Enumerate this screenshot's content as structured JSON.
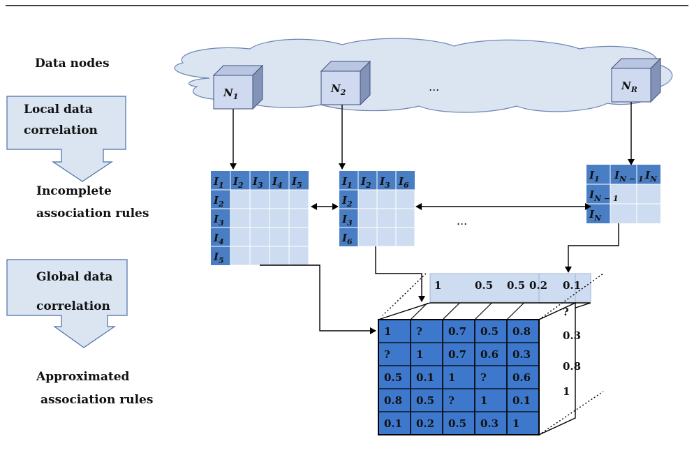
{
  "labels": {
    "data_nodes": "Data nodes",
    "local_line1": "Local data",
    "local_line2": "correlation",
    "incomplete_line1": "Incomplete",
    "incomplete_line2": "association rules",
    "global_line1": "Global data",
    "global_line2": "correlation",
    "approx_line1": "Approximated",
    "approx_line2": "association rules"
  },
  "nodes": [
    {
      "base": "N",
      "sub": "1"
    },
    {
      "base": "N",
      "sub": "2"
    },
    {
      "base": "N",
      "sub": "R"
    }
  ],
  "ellipsis": "...",
  "matrix1": {
    "header": [
      [
        "I",
        "1"
      ],
      [
        "I",
        "2"
      ],
      [
        "I",
        "3"
      ],
      [
        "I",
        "4"
      ],
      [
        "I",
        "5"
      ]
    ],
    "rows": [
      [
        "I",
        "2"
      ],
      [
        "I",
        "3"
      ],
      [
        "I",
        "4"
      ],
      [
        "I",
        "5"
      ]
    ]
  },
  "matrix2": {
    "header": [
      [
        "I",
        "1"
      ],
      [
        "I",
        "2"
      ],
      [
        "I",
        "3"
      ],
      [
        "I",
        "6"
      ]
    ],
    "rows": [
      [
        "I",
        "2"
      ],
      [
        "I",
        "3"
      ],
      [
        "I",
        "6"
      ]
    ]
  },
  "matrix3": {
    "header": [
      [
        "I",
        "1"
      ],
      [
        "I",
        "N − 1"
      ],
      [
        "I",
        "N"
      ]
    ],
    "rows": [
      [
        "I",
        "N − 1"
      ],
      [
        "I",
        "N"
      ]
    ]
  },
  "cube": {
    "front": [
      [
        "1",
        "?",
        "0.7",
        "0.5",
        "0.8"
      ],
      [
        "?",
        "1",
        "0.7",
        "0.6",
        "0.3"
      ],
      [
        "0.5",
        "0.1",
        "1",
        "?",
        "0.6"
      ],
      [
        "0.8",
        "0.5",
        "?",
        "1",
        "0.1"
      ],
      [
        "0.1",
        "0.2",
        "0.5",
        "0.3",
        "1"
      ]
    ],
    "back_top": [
      "1",
      "0.5",
      "0.5",
      "0.2",
      "0.1"
    ],
    "back_side": [
      "?",
      "0.3",
      "0.8",
      "1"
    ]
  },
  "colors": {
    "dark_blue": "#4a7ec4",
    "light_blue": "#cddcf0",
    "arrow_fill": "#dbe5f2",
    "cube_front": "#3e78cc",
    "node_front": "#cfdaf0",
    "node_side": "#8393b8"
  }
}
